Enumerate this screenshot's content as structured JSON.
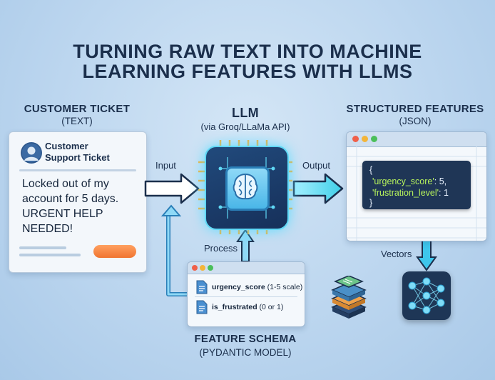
{
  "title": {
    "line1": "TURNING RAW TEXT INTO MACHINE",
    "line2": "LEARNING FEATURES WITH LLMS"
  },
  "ticket_section": {
    "title": "CUSTOMER TICKET",
    "subtitle": "(TEXT)",
    "card_header_line1": "Customer",
    "card_header_line2": "Support Ticket",
    "body_lines": [
      "Locked out of my",
      "account for 5 days.",
      "URGENT HELP",
      "NEEDED!"
    ]
  },
  "llm_section": {
    "title": "LLM",
    "subtitle": "(via Groq/LLaMa API)"
  },
  "json_section": {
    "title": "STRUCTURED FEATURES",
    "subtitle": "(JSON)",
    "open_brace": "{",
    "close_brace": "}",
    "line1_key": "'urgency_score'",
    "line1_value": ": 5,",
    "line2_key": "'frustration_level'",
    "line2_value": ": 1"
  },
  "flow_labels": {
    "input": "Input",
    "output": "Output",
    "process": "Process",
    "vectors": "Vectors"
  },
  "schema_section": {
    "fields": [
      {
        "name": "urgency_score",
        "note": "(1-5 scale)"
      },
      {
        "name": "is_frustrated",
        "note": "(0 or 1)"
      }
    ],
    "title": "FEATURE SCHEMA",
    "subtitle": "(PYDANTIC MODEL)"
  },
  "icons": [
    "user-avatar-icon",
    "brain-chip-icon",
    "document-icon",
    "stack-layers-icon",
    "neural-network-icon"
  ],
  "colors": {
    "accent_orange": "#f07530",
    "arrow_cyan": "#5fd8f5",
    "chip_dark": "#16305a",
    "code_green": "#b6f25c"
  }
}
